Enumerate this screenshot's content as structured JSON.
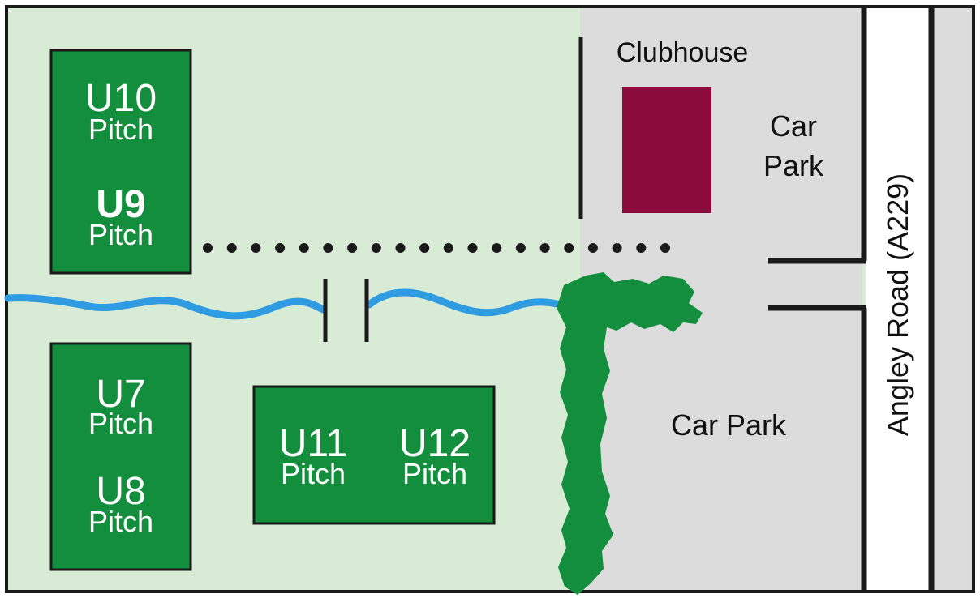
{
  "map": {
    "colors": {
      "field": "#d7ebd5",
      "car_park": "#dcdcdc",
      "pitch": "#138e3d",
      "pitch_border": "#1a1a1a",
      "river": "#2f9be0",
      "hedge": "#138e3d",
      "clubhouse": "#8a0b3c",
      "road": "#ffffff",
      "outline": "#1a1a1a"
    },
    "pitches": [
      {
        "id": "u10",
        "code": "U10",
        "label": "Pitch"
      },
      {
        "id": "u9",
        "code": "U9",
        "label": "Pitch",
        "bold": true
      },
      {
        "id": "u7",
        "code": "U7",
        "label": "Pitch"
      },
      {
        "id": "u8",
        "code": "U8",
        "label": "Pitch"
      },
      {
        "id": "u11",
        "code": "U11",
        "label": "Pitch"
      },
      {
        "id": "u12",
        "code": "U12",
        "label": "Pitch"
      }
    ],
    "labels": {
      "clubhouse": "Clubhouse",
      "car_park_top_line1": "Car",
      "car_park_top_line2": "Park",
      "car_park_bottom": "Car Park",
      "road": "Angley Road (A229)"
    },
    "features": {
      "river": "river",
      "footbridge": "footbridge",
      "hedge": "hedge",
      "footpath": "dotted footpath",
      "clubhouse_building": "clubhouse building"
    }
  }
}
